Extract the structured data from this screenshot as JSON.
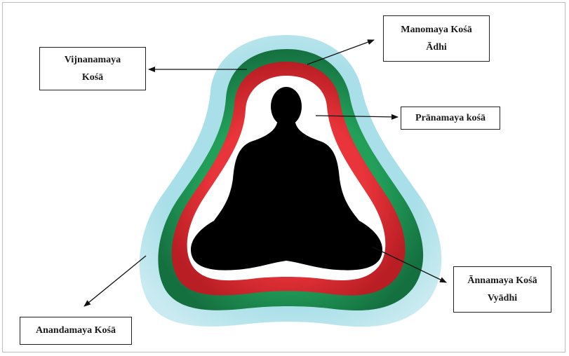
{
  "labels": {
    "manomaya": {
      "line1": "Manomaya Kośā",
      "line2": "Ādhi"
    },
    "vijnanamaya": {
      "line1": "Vijnanamaya",
      "line2": "Kośā"
    },
    "pranamaya": {
      "line1": "Prānamaya kośā"
    },
    "annamaya": {
      "line1": "Ānnamaya Kośā",
      "line2": "Vyādhi"
    },
    "anandamaya": {
      "line1": "Anandamaya Kośā"
    }
  },
  "colors": {
    "outer_sheath": "#a8dde8",
    "green_sheath": "#1c8a4e",
    "red_sheath": "#d42a2d",
    "white_sheath": "#ffffff",
    "figure": "#000000"
  }
}
